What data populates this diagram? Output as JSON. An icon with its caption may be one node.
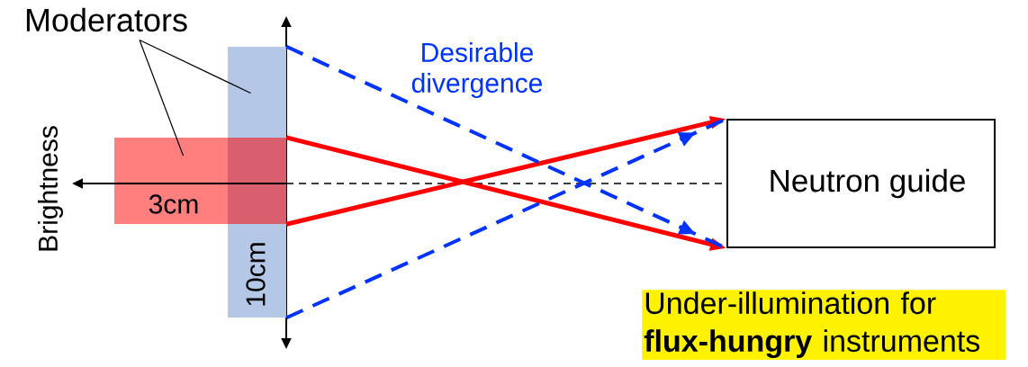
{
  "diagram": {
    "nodes": [
      {
        "text": [
          "Moderators"
        ]
      },
      {
        "text": [],
        "shape": "box"
      },
      {
        "text": [],
        "shape": "box"
      },
      {
        "text": [
          "Neutron guide"
        ]
      }
    ],
    "edges": [
      {
        "from": 0,
        "to": 1,
        "arrow": "none"
      },
      {
        "from": 0,
        "to": 2,
        "arrow": "none"
      },
      {
        "from": 2,
        "to": 3,
        "arrow": "to",
        "color": "#ff0000"
      },
      {
        "from": 2,
        "to": 3,
        "arrow": "to",
        "color": "#ff0000"
      },
      {
        "from": 1,
        "to": 3,
        "arrow": "to",
        "style": "dashed",
        "color": "#0033ff"
      },
      {
        "from": 1,
        "to": 3,
        "arrow": "to",
        "style": "dashed",
        "color": "#0033ff"
      }
    ],
    "labels": [
      "Desirable divergence",
      "Brightness",
      "3cm",
      "10cm",
      "Under-illumination for **flux-hungry** instruments"
    ]
  }
}
